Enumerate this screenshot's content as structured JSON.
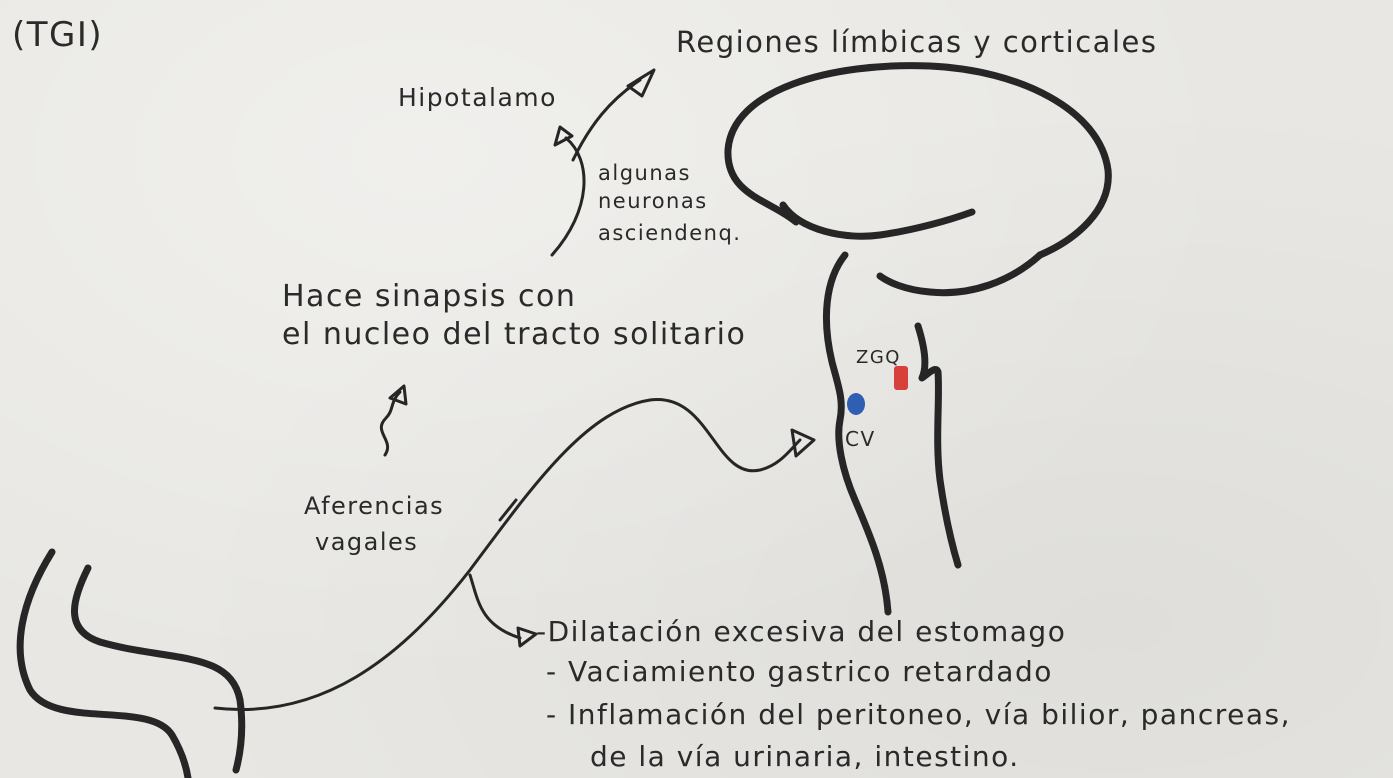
{
  "labels": {
    "corner": "(TGI)",
    "regions": "Regiones límbicas y corticales",
    "hypothalamus": "Hipotalamo",
    "ascend_1": "algunas",
    "ascend_2": "neuronas",
    "ascend_3": "asciendenq.",
    "synapse_1": "Hace sinapsis con",
    "synapse_2": "el nucleo del tracto solitario",
    "zgq": "ZGQ",
    "cv": "CV",
    "afferent_1": "Aferencias",
    "afferent_2": "vagales",
    "cause_1": "-Dilatación excesiva del estomago",
    "cause_2": "- Vaciamiento gastrico retardado",
    "cause_3": "- Inflamación del peritoneo, vía bilior, pancreas,",
    "cause_4": "de la vía urinaria, intestino."
  },
  "colors": {
    "ink": "#262626",
    "paper": "#e8e7e3",
    "cv_dot": "#2f5fb3",
    "zgq_mark": "#d8403a"
  }
}
